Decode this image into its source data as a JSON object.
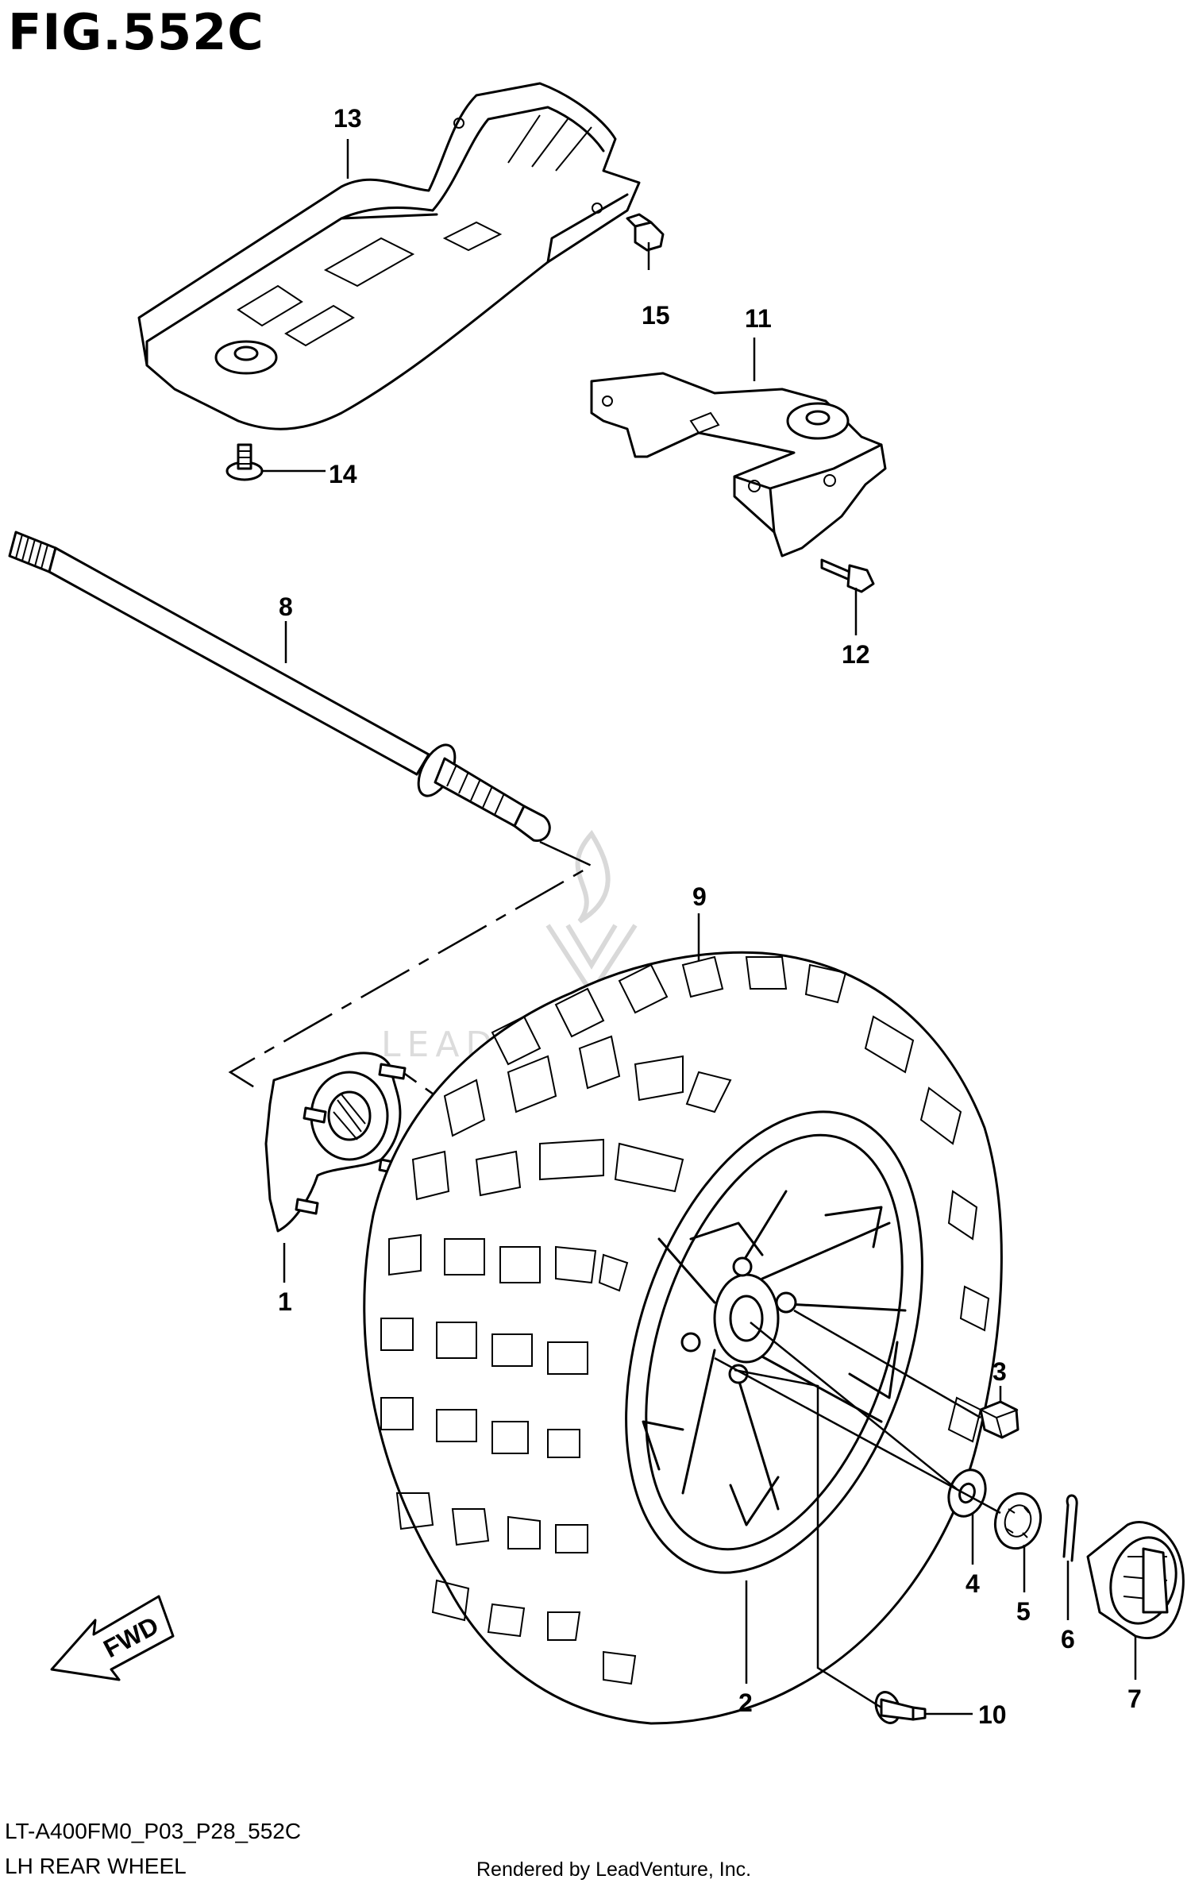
{
  "figure": {
    "title": "FIG.552C",
    "model_code": "LT-A400FM0_P03_P28_552C",
    "section_name": "LH REAR WHEEL",
    "credit": "Rendered by LeadVenture, Inc.",
    "watermark": "LEADVENTURE"
  },
  "direction_label": "FWD",
  "callouts": [
    {
      "id": "c1",
      "label": "1"
    },
    {
      "id": "c2",
      "label": "2"
    },
    {
      "id": "c3",
      "label": "3"
    },
    {
      "id": "c4",
      "label": "4"
    },
    {
      "id": "c5",
      "label": "5"
    },
    {
      "id": "c6",
      "label": "6"
    },
    {
      "id": "c7",
      "label": "7"
    },
    {
      "id": "c8",
      "label": "8"
    },
    {
      "id": "c9",
      "label": "9"
    },
    {
      "id": "c10",
      "label": "10"
    },
    {
      "id": "c11",
      "label": "11"
    },
    {
      "id": "c12",
      "label": "12"
    },
    {
      "id": "c13",
      "label": "13"
    },
    {
      "id": "c14",
      "label": "14"
    },
    {
      "id": "c15",
      "label": "15"
    }
  ]
}
